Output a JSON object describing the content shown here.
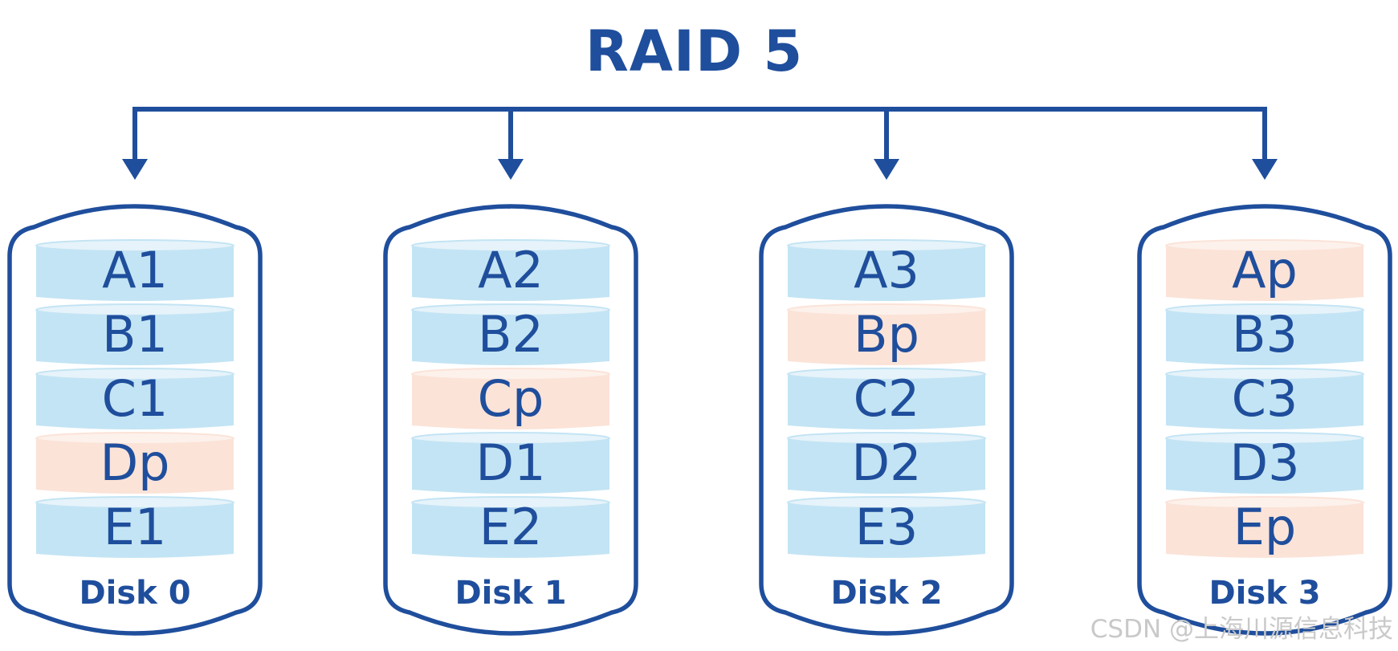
{
  "diagram": {
    "title": "RAID 5",
    "colors": {
      "primary": "#1f4e9c",
      "data_block": "#c3e4f4",
      "data_block_top": "#e6f3fa",
      "parity_block": "#fbe3d8",
      "parity_block_top": "#fdf1eb"
    },
    "disks": [
      {
        "label": "Disk 0",
        "blocks": [
          {
            "text": "A1",
            "kind": "data"
          },
          {
            "text": "B1",
            "kind": "data"
          },
          {
            "text": "C1",
            "kind": "data"
          },
          {
            "text": "Dp",
            "kind": "parity"
          },
          {
            "text": "E1",
            "kind": "data"
          }
        ]
      },
      {
        "label": "Disk 1",
        "blocks": [
          {
            "text": "A2",
            "kind": "data"
          },
          {
            "text": "B2",
            "kind": "data"
          },
          {
            "text": "Cp",
            "kind": "parity"
          },
          {
            "text": "D1",
            "kind": "data"
          },
          {
            "text": "E2",
            "kind": "data"
          }
        ]
      },
      {
        "label": "Disk 2",
        "blocks": [
          {
            "text": "A3",
            "kind": "data"
          },
          {
            "text": "Bp",
            "kind": "parity"
          },
          {
            "text": "C2",
            "kind": "data"
          },
          {
            "text": "D2",
            "kind": "data"
          },
          {
            "text": "E3",
            "kind": "data"
          }
        ]
      },
      {
        "label": "Disk 3",
        "blocks": [
          {
            "text": "Ap",
            "kind": "parity"
          },
          {
            "text": "B3",
            "kind": "data"
          },
          {
            "text": "C3",
            "kind": "data"
          },
          {
            "text": "D3",
            "kind": "data"
          },
          {
            "text": "Ep",
            "kind": "parity"
          }
        ]
      }
    ]
  },
  "watermark": "CSDN @上海川源信息科技"
}
